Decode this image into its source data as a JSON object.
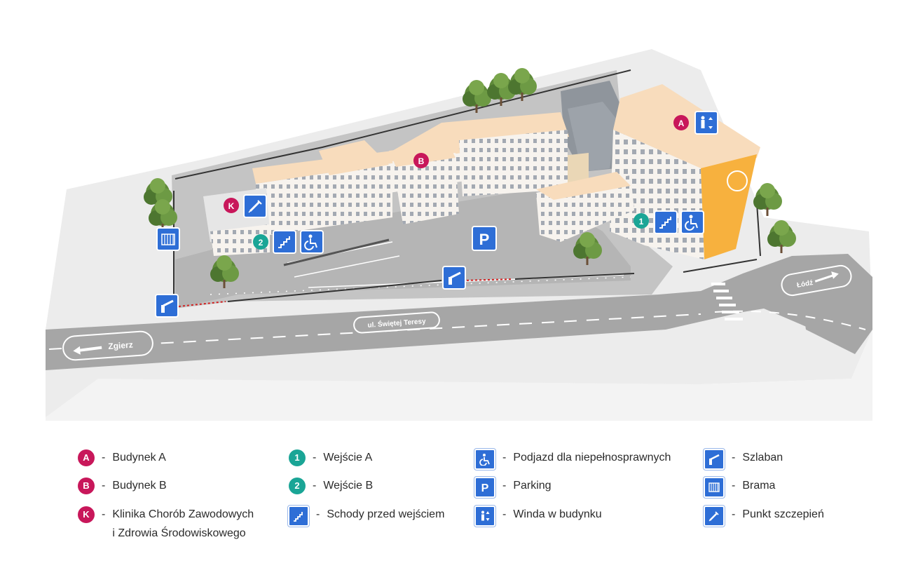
{
  "colors": {
    "magenta": "#c8175a",
    "teal": "#1aa596",
    "blue": "#2e6ed6",
    "building_wall": "#f7f3ee",
    "building_roof": "#f8dcbc",
    "accent_orange": "#f7b13e",
    "road": "#a3a3a3",
    "parking": "#b8b8b8",
    "tree": "#5f8a3a"
  },
  "map": {
    "road_labels": {
      "street": "ul. Świętej Teresy",
      "west": "Zgierz",
      "east": "Łódź"
    },
    "markers": {
      "building_a": "A",
      "building_b": "B",
      "clinic_k": "K",
      "entrance_1": "1",
      "entrance_2": "2"
    },
    "icons": [
      "elevator-icon",
      "stairs-icon",
      "wheelchair-icon",
      "parking-icon",
      "barrier-icon",
      "gate-icon",
      "syringe-icon"
    ]
  },
  "legend": {
    "col1": [
      {
        "badge": "A",
        "text": "Budynek A"
      },
      {
        "badge": "B",
        "text": "Budynek B"
      },
      {
        "badge": "K",
        "text": "Klinika Chorób Zawodowych",
        "text2": "i Zdrowia Środowiskowego"
      }
    ],
    "col2": [
      {
        "badge": "1",
        "text": "Wejście A"
      },
      {
        "badge": "2",
        "text": "Wejście B"
      },
      {
        "icon": "stairs-icon",
        "text": "Schody przed wejściem"
      }
    ],
    "col3": [
      {
        "icon": "wheelchair-icon",
        "text": "Podjazd dla niepełnosprawnych"
      },
      {
        "icon": "parking-icon",
        "text": "Parking"
      },
      {
        "icon": "elevator-icon",
        "text": "Winda w budynku"
      }
    ],
    "col4": [
      {
        "icon": "barrier-icon",
        "text": "Szlaban"
      },
      {
        "icon": "gate-icon",
        "text": "Brama"
      },
      {
        "icon": "syringe-icon",
        "text": "Punkt szczepień"
      }
    ],
    "dash": "-"
  }
}
